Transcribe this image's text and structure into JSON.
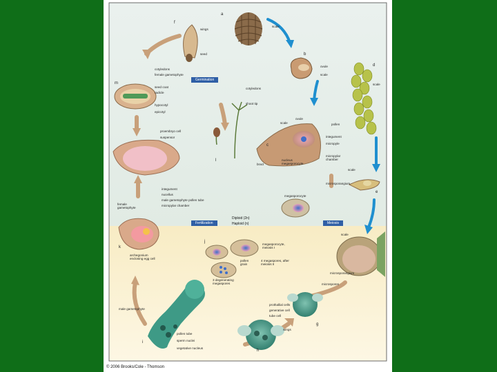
{
  "banners": {
    "germination": "Germination",
    "fertilization": "Fertilization",
    "meiosis": "Meiosis"
  },
  "ploidy": {
    "diploid": "Diploid (2n)",
    "haploid": "Haploid (n)"
  },
  "copyright": "© 2006 Brooks/Cole - Thomson",
  "stage_letters": [
    "a",
    "b",
    "c",
    "d",
    "e",
    "f",
    "g",
    "h",
    "i",
    "j",
    "k",
    "l",
    "m"
  ],
  "labels": {
    "wings": "wings",
    "seed": "seed",
    "scale_top": "scale",
    "ovule_b": "ovule",
    "scale_b": "scale",
    "scale_d": "scale",
    "cotyledons_m": "cotyledons",
    "female_gametophyte_m": "female gametophyte",
    "seed_coat": "seed coat",
    "radicle": "radicle",
    "hypocotyl": "hypocotyl",
    "epicotyl": "epicotyl",
    "cotyledons_germ": "cotyledons",
    "shoot_tip": "shoot tip",
    "proembryo_cell": "proembryo cell",
    "suspensor": "suspensor",
    "scale_c": "scale",
    "ovule_c": "ovule",
    "pollen": "pollen",
    "integument": "integument",
    "micropyle": "micropyle",
    "micropylar_chamber": "micropylar chamber",
    "bract": "bract",
    "nucleus_megasporocyte": "nucleus megasporocyte",
    "scale_e": "scale",
    "microsporangium_e": "microsporangium",
    "integument_k": "integument",
    "nucellus": "nucellus",
    "male_gametophyte_pollen_tube": "male gametophyte pollen tube",
    "micropylar_chamber_k": "micropylar chamber",
    "female_gametophyte_k": "female gametophyte",
    "megasporocyte": "megasporocyte",
    "archegonium_enclosing_egg_cell": "archegonium enclosing egg cell",
    "megasporocyte_meiosis_i": "megasporocyte, meiosis I",
    "pollen_grain": "pollen grain",
    "four_megaspores": "4 megaspores, after meiosis II",
    "three_degenerating_megaspores": "3 degenerating megaspores",
    "scale_f": "scale",
    "microsporangium_f": "microsporangium",
    "microspores": "microspores",
    "prothallial_cells": "prothallial cells",
    "generative_cell": "generative cell",
    "tube_cell": "tube cell",
    "wings_h": "wings",
    "male_gametophyte": "male gametophyte",
    "pollen_tube": "pollen tube",
    "sperm_nuclei": "sperm nuclei",
    "vegetative_nucleus": "vegetative nucleus"
  }
}
